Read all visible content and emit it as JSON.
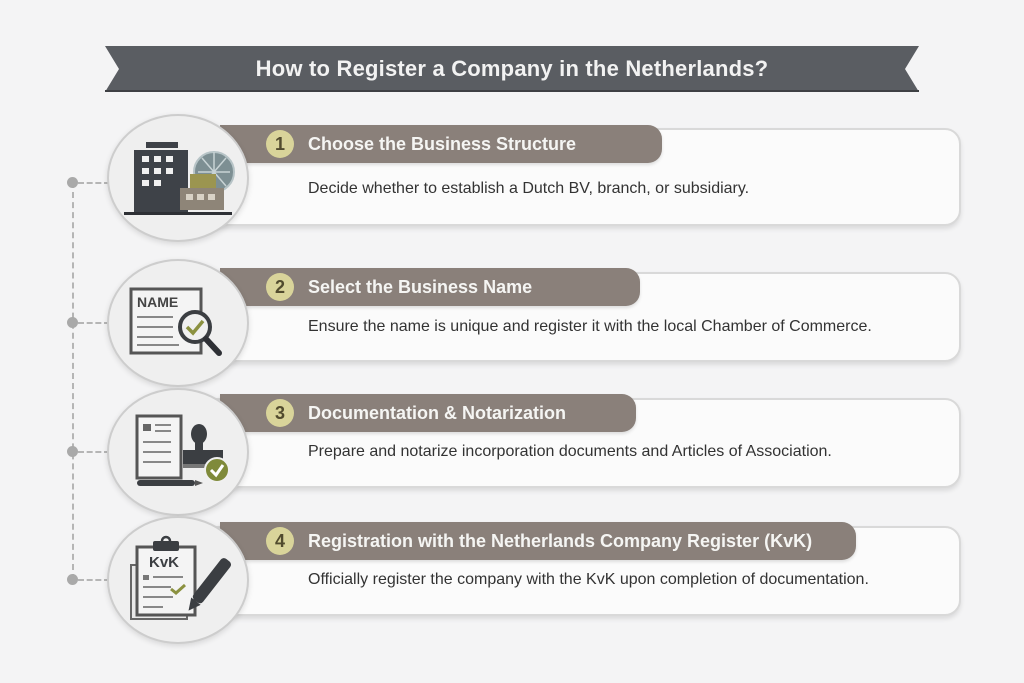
{
  "title": "How to Register a Company in the Netherlands?",
  "colors": {
    "banner": "#5a5d62",
    "step_pill": "#8a807a",
    "step_number_bg": "#d9d49a",
    "accent_green": "#7f8a3a",
    "background": "#f4f4f5"
  },
  "steps": [
    {
      "number": "1",
      "title": "Choose the Business Structure",
      "description": "Decide whether to establish a Dutch BV, branch, or subsidiary.",
      "icon": "buildings-globe-icon"
    },
    {
      "number": "2",
      "title": "Select the Business Name",
      "description": "Ensure the name is unique and register it with the local Chamber of Commerce.",
      "icon": "name-search-icon",
      "icon_label": "NAME"
    },
    {
      "number": "3",
      "title": "Documentation & Notarization",
      "description": "Prepare and notarize incorporation documents and Articles of Association.",
      "icon": "document-stamp-icon"
    },
    {
      "number": "4",
      "title": "Registration with the Netherlands Company Register (KvK)",
      "description": "Officially register the company with the KvK upon completion of documentation.",
      "icon": "kvk-clipboard-icon",
      "icon_label": "KvK"
    }
  ]
}
